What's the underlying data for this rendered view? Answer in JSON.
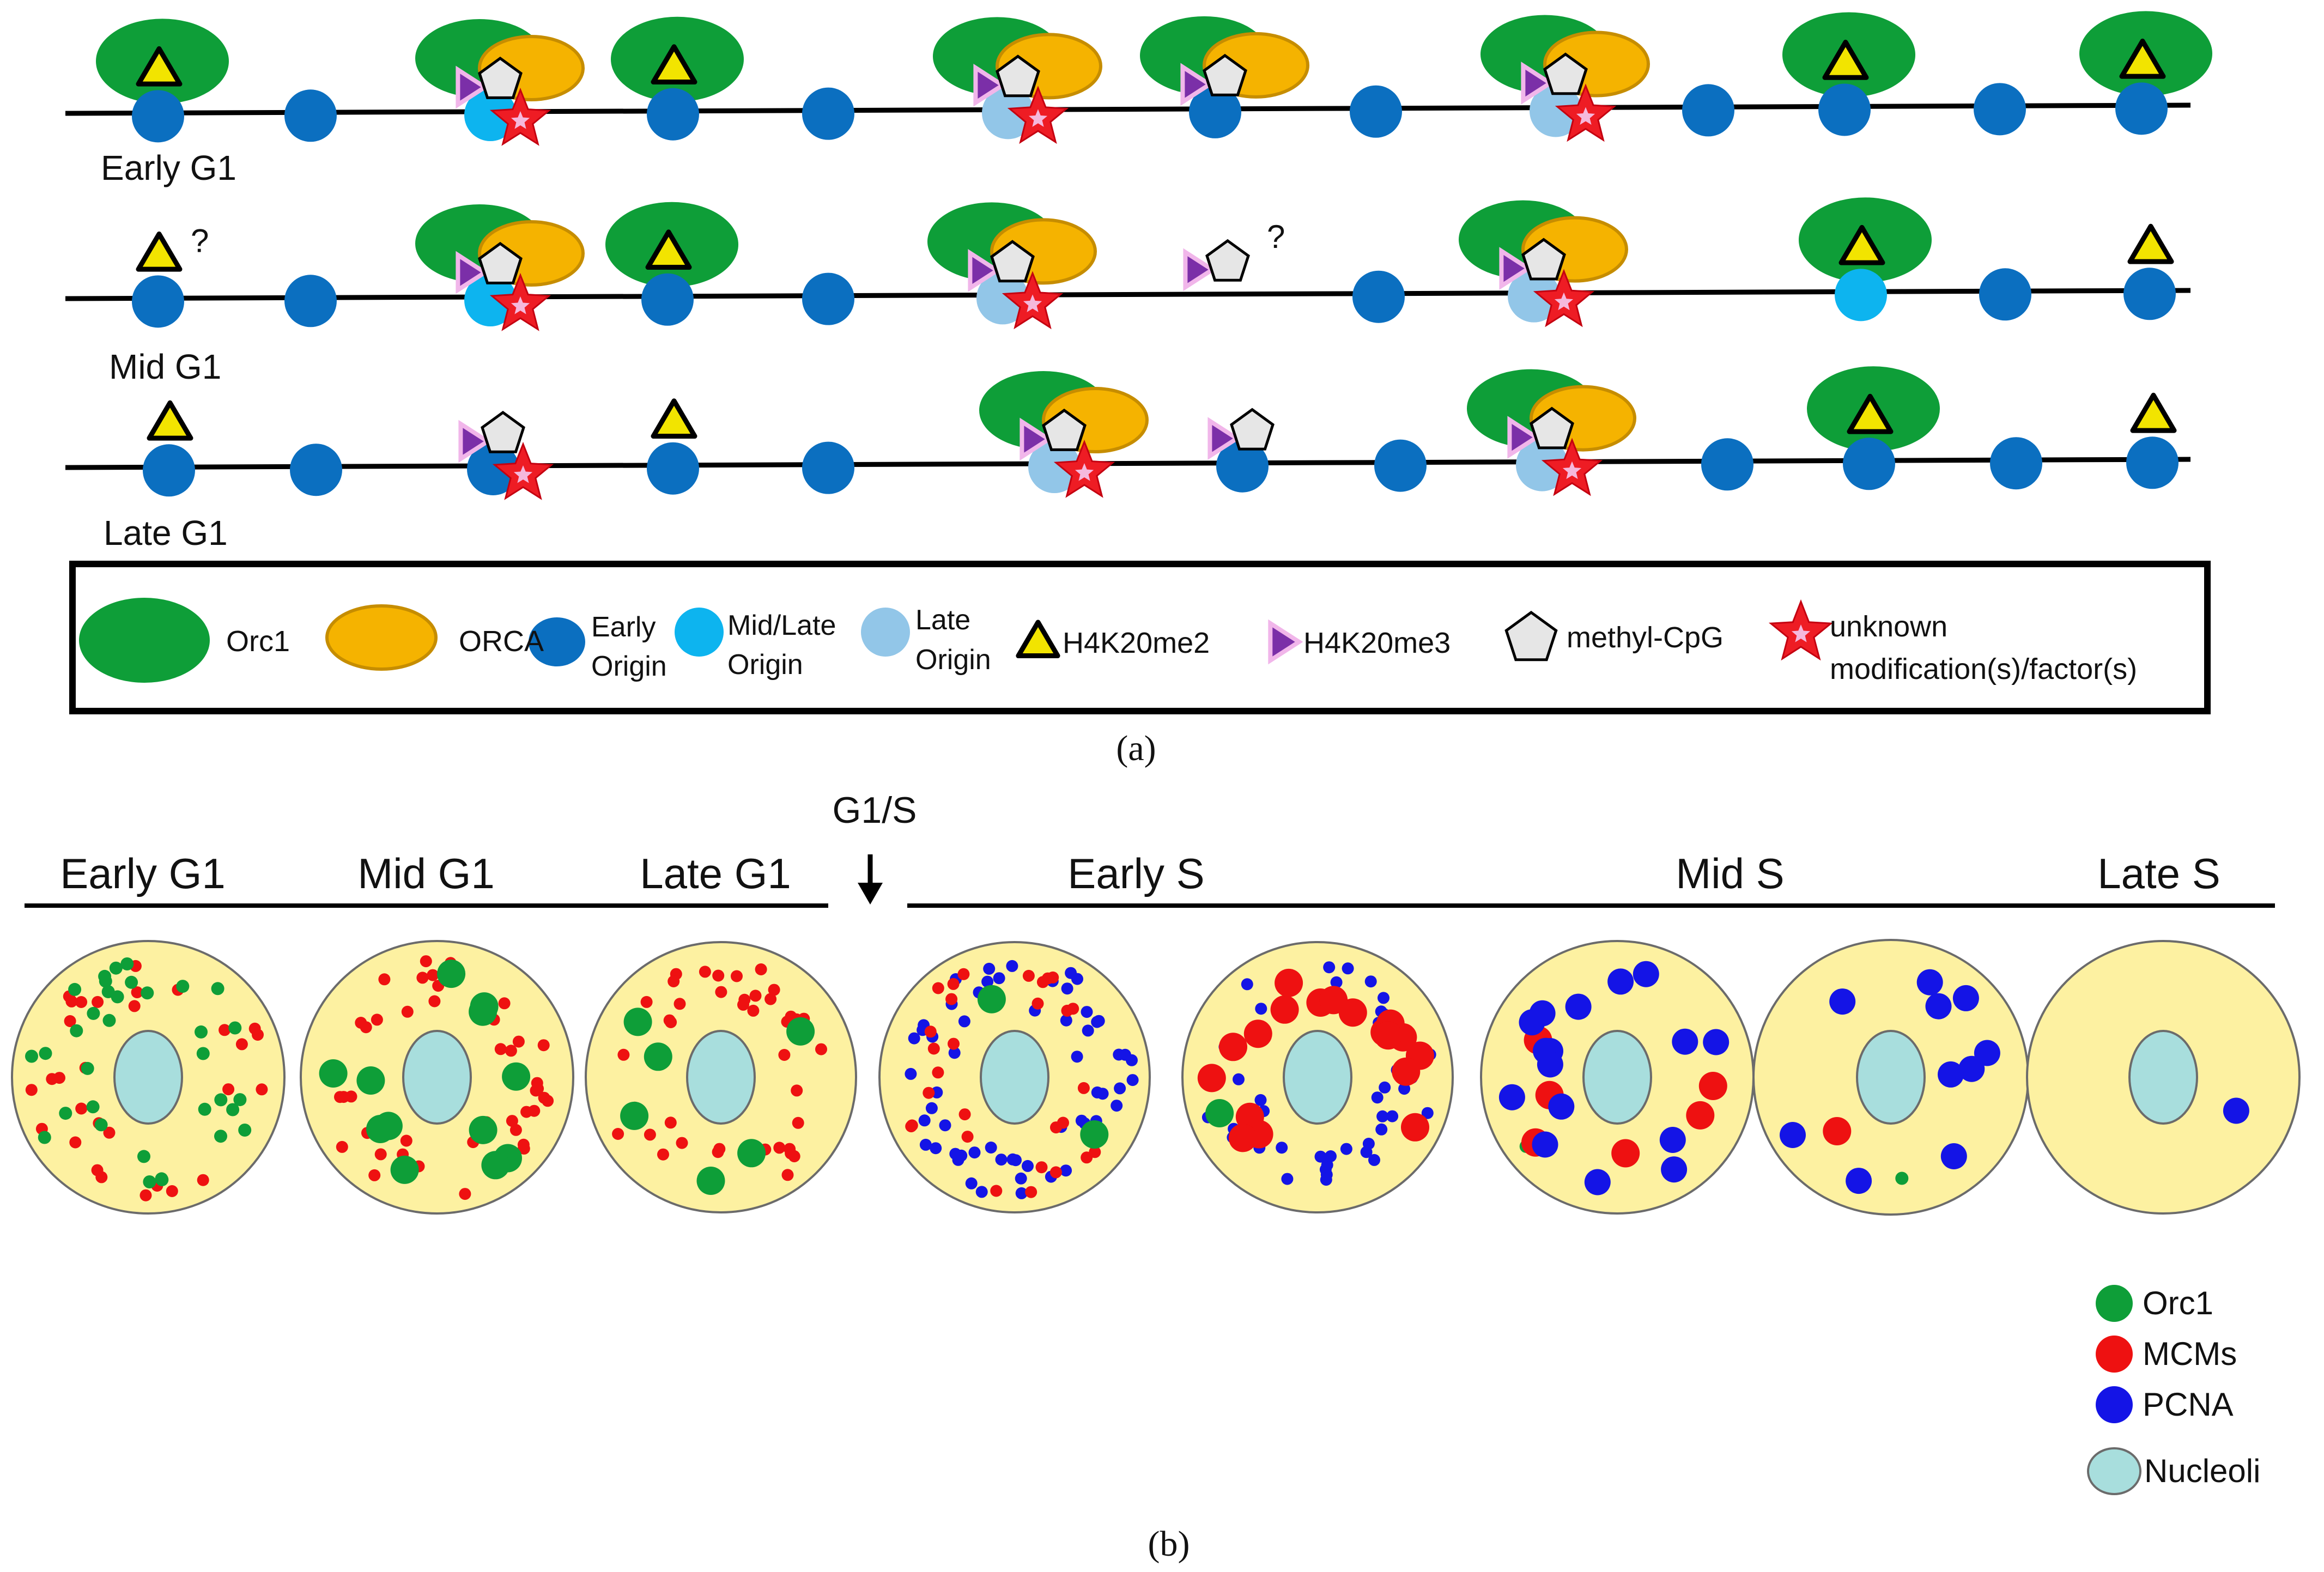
{
  "colors": {
    "orc1": "#0e9e38",
    "orca": "#f5b300",
    "orca_stroke": "#c68d00",
    "early_origin": "#0b6fc0",
    "midlate_origin": "#0db4ef",
    "late_origin": "#92c6e8",
    "h4k20me2_fill": "#f2e400",
    "h4k20me3_fill": "#7b2fa8",
    "h4k20me3_outline": "#f1b6ea",
    "methyl_cpg": "#e6e6e6",
    "star_fill": "#ee1c24",
    "star_inner": "#f5b8dc",
    "mcm": "#ee1111",
    "pcna": "#1414e6",
    "nucleoli": "#a8dedd",
    "nucleus": "#fdf1a1"
  },
  "panel_a": {
    "panel_label": "(a)",
    "rows": [
      {
        "label": "Early G1",
        "sites": [
          {
            "o": "early",
            "orc1": true,
            "me2": true
          },
          {
            "o": "early"
          },
          {
            "o": "midlate",
            "orc1": true,
            "orca": true,
            "me3": true,
            "cpg": true,
            "star": true
          },
          {
            "o": "early",
            "orc1": true,
            "me2": true
          },
          {
            "o": "early"
          },
          {
            "o": "late",
            "orc1": true,
            "orca": true,
            "me3": true,
            "cpg": true,
            "star": true
          },
          {
            "o": "early",
            "orc1": true,
            "orca": true,
            "me3": true,
            "cpg": true
          },
          {
            "o": "early"
          },
          {
            "o": "late",
            "orc1": true,
            "orca": true,
            "me3": true,
            "cpg": true,
            "star": true
          },
          {
            "o": "early"
          },
          {
            "o": "early",
            "orc1": true,
            "me2": true
          },
          {
            "o": "early"
          },
          {
            "o": "early",
            "orc1": true,
            "me2": true
          }
        ]
      },
      {
        "label": "Mid G1",
        "sites": [
          {
            "o": "early",
            "me2": true,
            "q": "?"
          },
          {
            "o": "early"
          },
          {
            "o": "midlate",
            "orc1": true,
            "orca": true,
            "me3": true,
            "cpg": true,
            "star": true
          },
          {
            "o": "early",
            "orc1": true,
            "me2": true
          },
          {
            "o": "early"
          },
          {
            "o": "late",
            "orc1": true,
            "orca": true,
            "me3": true,
            "cpg": true,
            "star": true
          },
          {
            "o": "none",
            "me3": true,
            "cpg": true,
            "q": "?"
          },
          {
            "o": "early"
          },
          {
            "o": "late",
            "orc1": true,
            "orca": true,
            "me3": true,
            "cpg": true,
            "star": true
          },
          {
            "o": "midlate",
            "orc1": true,
            "me2": true
          },
          {
            "o": "early"
          },
          {
            "o": "early",
            "me2": true
          }
        ]
      },
      {
        "label": "Late G1",
        "sites": [
          {
            "o": "early",
            "me2": true
          },
          {
            "o": "early"
          },
          {
            "o": "early",
            "me3": true,
            "cpg": true,
            "star": true
          },
          {
            "o": "early",
            "me2": true
          },
          {
            "o": "early"
          },
          {
            "o": "late",
            "orc1": true,
            "orca": true,
            "me3": true,
            "cpg": true,
            "star": true
          },
          {
            "o": "early",
            "me3": true,
            "cpg": true
          },
          {
            "o": "early"
          },
          {
            "o": "late",
            "orc1": true,
            "orca": true,
            "me3": true,
            "cpg": true,
            "star": true
          },
          {
            "o": "early"
          },
          {
            "o": "early",
            "orc1": true,
            "me2": true
          },
          {
            "o": "early"
          },
          {
            "o": "early",
            "me2": true
          }
        ]
      }
    ],
    "legend": {
      "orc1": "Orc1",
      "orca": "ORCA",
      "early_origin": [
        "Early",
        "Origin"
      ],
      "midlate_origin": [
        "Mid/Late",
        "Origin"
      ],
      "late_origin": [
        "Late",
        "Origin"
      ],
      "h4k20me2": "H4K20me2",
      "h4k20me3": "H4K20me3",
      "methyl_cpg": "methyl-CpG",
      "unknown": [
        "unknown",
        "modification(s)/factor(s)"
      ]
    }
  },
  "panel_b": {
    "panel_label": "(b)",
    "transition_label": "G1/S",
    "phases": [
      "Early G1",
      "Mid G1",
      "Late G1",
      "Early S",
      "Mid S",
      "Late S"
    ],
    "cells": [
      {
        "orc1_small": 34,
        "mcm_small": 30
      },
      {
        "orc1_large": 12,
        "mcm_small": 45
      },
      {
        "orc1_large": 6,
        "mcm_small": 42
      },
      {
        "orc1_large": 2,
        "mcm_small": 30,
        "pcna_small": 60
      },
      {
        "orc1_large": 1,
        "mcm_large": 18,
        "pcna_small": 45
      },
      {
        "orc1_small": 1,
        "mcm_large": 6,
        "pcna_large": 16
      },
      {
        "orc1_small": 1,
        "mcm_large": 1,
        "pcna_large": 10
      },
      {
        "pcna_large": 1
      }
    ],
    "legend": {
      "orc1": "Orc1",
      "mcm": "MCMs",
      "pcna": "PCNA",
      "nucleoli": "Nucleoli"
    }
  }
}
